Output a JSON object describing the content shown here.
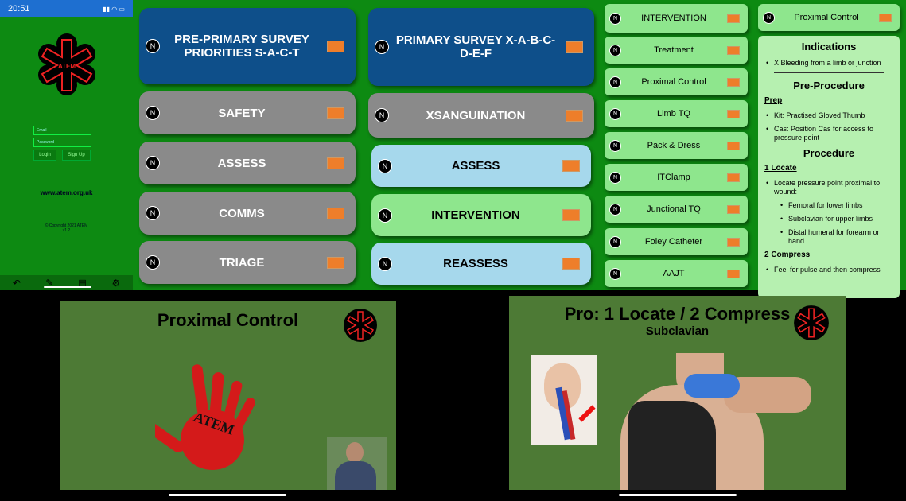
{
  "status_bar": {
    "time": "20:51"
  },
  "login": {
    "email_placeholder": "Email",
    "password_placeholder": "Password",
    "login_label": "Login",
    "signup_label": "Sign Up",
    "website": "www.atem.org.uk",
    "copyright_line1": "© Copyright 2021 ATEM",
    "copyright_line2": "v1.2",
    "logo_text": "ATEM"
  },
  "col1": [
    {
      "label": "PRE-PRIMARY SURVEY PRIORITIES S-A-C-T",
      "badge": "N"
    },
    {
      "label": "SAFETY",
      "badge": "N"
    },
    {
      "label": "ASSESS",
      "badge": "N"
    },
    {
      "label": "COMMS",
      "badge": "N"
    },
    {
      "label": "TRIAGE",
      "badge": "N"
    }
  ],
  "col2": [
    {
      "label": "PRIMARY SURVEY X-A-B-C-D-E-F",
      "badge": "N"
    },
    {
      "label": "XSANGUINATION",
      "badge": "N"
    },
    {
      "label": "ASSESS",
      "badge": "N"
    },
    {
      "label": "INTERVENTION",
      "badge": "N"
    },
    {
      "label": "REASSESS",
      "badge": "N"
    }
  ],
  "col3": [
    {
      "label": "INTERVENTION",
      "badge": "N"
    },
    {
      "label": "Treatment",
      "badge": "N"
    },
    {
      "label": "Proximal Control",
      "badge": "N"
    },
    {
      "label": "Limb TQ",
      "badge": "N"
    },
    {
      "label": "Pack & Dress",
      "badge": "N"
    },
    {
      "label": "ITClamp",
      "badge": "N"
    },
    {
      "label": "Junctional TQ",
      "badge": "N"
    },
    {
      "label": "Foley Catheter",
      "badge": "N"
    },
    {
      "label": "AAJT",
      "badge": "N"
    }
  ],
  "col4_header": {
    "label": "Proximal Control",
    "badge": "N"
  },
  "info": {
    "indications_title": "Indications",
    "indications": [
      "X Bleeding from a limb or junction"
    ],
    "pre_title": "Pre-Procedure",
    "prep_title": "Prep",
    "prep_items": [
      "Kit: Practised Gloved Thumb",
      "Cas: Position Cas for access to pressure point"
    ],
    "procedure_title": "Procedure",
    "locate_title": "1 Locate",
    "locate_item": "Locate pressure point proximal to wound:",
    "locate_sub": [
      "Femoral for lower limbs",
      "Subclavian for upper limbs",
      "Distal humeral for forearm or hand"
    ],
    "compress_title": "2 Compress",
    "compress_item": "Feel for pulse and then compress"
  },
  "video1": {
    "title": "Proximal Control",
    "hand_text": "ATEM"
  },
  "video2": {
    "title": "Pro: 1 Locate / 2 Compress",
    "subtitle": "Subclavian"
  },
  "colors": {
    "app_green": "#0d8a12",
    "orange": "#ee7e2a",
    "navy": "#0e4f8a",
    "gray": "#8a8a8a",
    "light_blue": "#a6d8ec",
    "light_green": "#8ee68d"
  }
}
